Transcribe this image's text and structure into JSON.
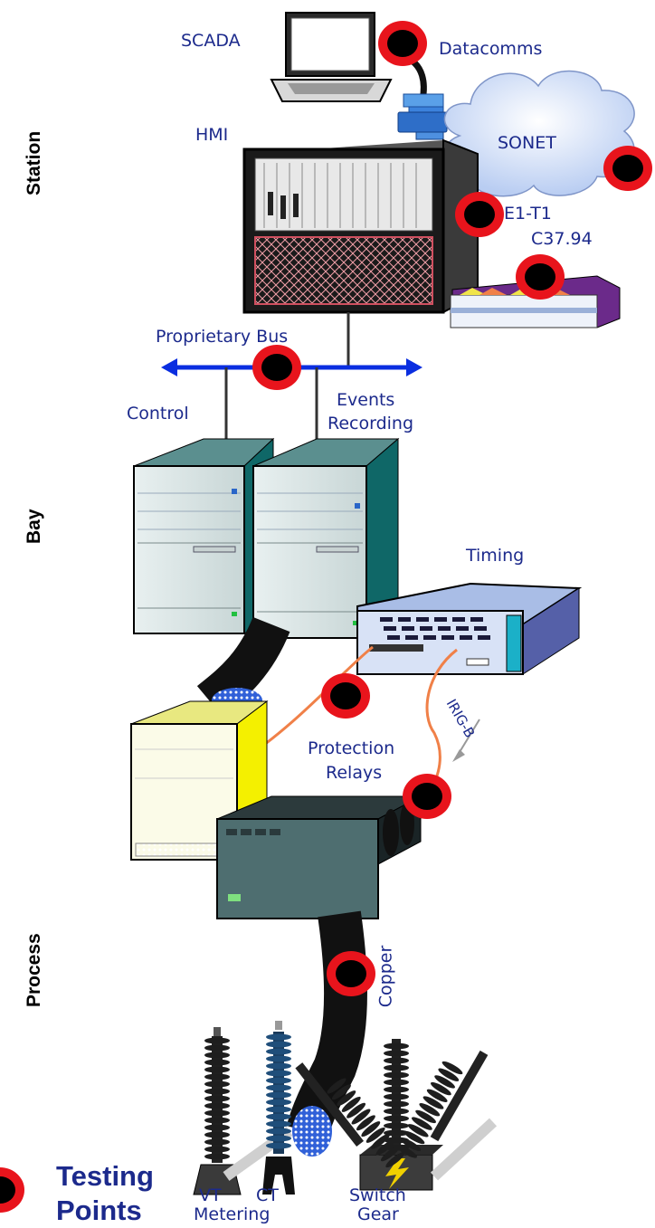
{
  "tiers": {
    "station": "Station",
    "bay": "Bay",
    "process": "Process"
  },
  "labels": {
    "scada": "SCADA",
    "datacomms": "Datacomms",
    "hmi": "HMI",
    "sonet": "SONET",
    "e1t1": "E1-T1",
    "c3794": "C37.94",
    "proprietary_bus": "Proprietary Bus",
    "control": "Control",
    "events_line1": "Events",
    "events_line2": "Recording",
    "timing": "Timing",
    "irigb": "IRIG-B",
    "protection_line1": "Protection",
    "protection_line2": "Relays",
    "copper": "Copper",
    "vt": "VT",
    "ct": "CT",
    "metering": "Metering",
    "switch_line1": "Switch",
    "switch_line2": "Gear"
  },
  "legend": {
    "line1": "Testing",
    "line2": "Points"
  },
  "colors": {
    "label_blue": "#1c2a8c",
    "test_point_ring": "#e8141c",
    "test_point_core": "#000000",
    "bus_arrow": "#0a2ee0",
    "fiber": "#f08048"
  }
}
